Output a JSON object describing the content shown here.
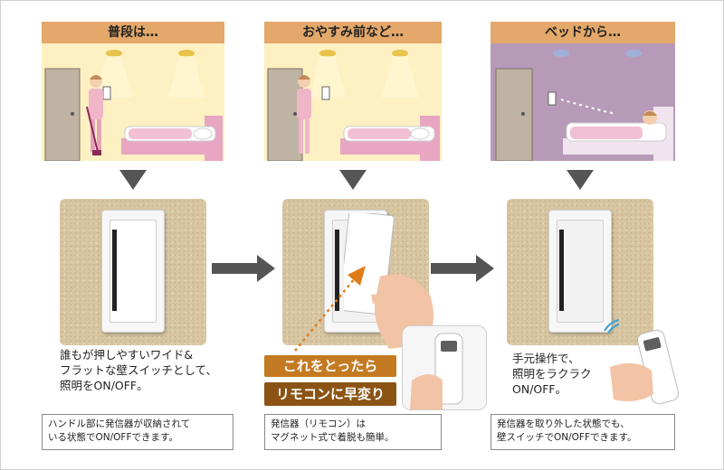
{
  "columns": [
    {
      "header": "普段は…",
      "description": [
        "誰もが押しやすいワイド&",
        "フラットな壁スイッチとして、",
        "照明をON/OFF。"
      ],
      "note": [
        "ハンドル部に発信器が収納されて",
        "いる状態でON/OFFできます。"
      ]
    },
    {
      "header": "おやすみ前など…",
      "badge_top": "これをとったら",
      "badge_bottom": "リモコンに早変り",
      "note": [
        "発信器（リモコン）は",
        "マグネット式で着脱も簡単。"
      ]
    },
    {
      "header": "ベッドから…",
      "description": [
        "手元操作で、",
        "照明をラクラク",
        "ON/OFF。"
      ],
      "note": [
        "発信器を取り外した状態でも、",
        "壁スイッチでON/OFFできます。"
      ]
    }
  ],
  "colors": {
    "header": "#e3a86a",
    "scene_warm": "#fdf0c2",
    "scene_night": "#b79ab8",
    "badge_top": "#c47a22",
    "badge_bottom": "#8c5414",
    "arrow": "#555555"
  }
}
